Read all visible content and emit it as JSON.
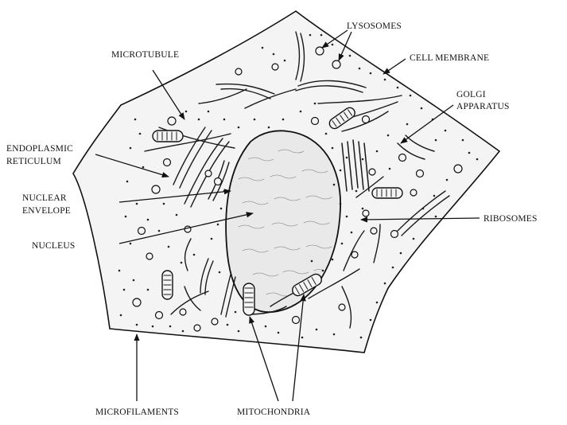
{
  "labels": {
    "lysosomes": "LYSOSOMES",
    "microtubule": "MICROTUBULE",
    "cell_membrane": "CELL MEMBRANE",
    "golgi_line1": "GOLGI",
    "golgi_line2": "APPARATUS",
    "er_line1": "ENDOPLASMIC",
    "er_line2": "RETICULUM",
    "nuc_env_line1": "NUCLEAR",
    "nuc_env_line2": "ENVELOPE",
    "nucleus": "NUCLEUS",
    "ribosomes": "RIBOSOMES",
    "microfilaments": "MICROFILAMENTS",
    "mitochondria": "MITOCHONDRIA"
  }
}
